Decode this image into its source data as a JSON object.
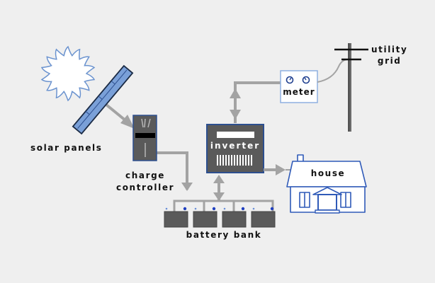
{
  "diagram": {
    "title": "Solar power system diagram",
    "colors": {
      "background": "#efefef",
      "wire": "#a3a3a3",
      "device_dark": "#5a5a5a",
      "device_border": "#2d4f8f",
      "panel_fill": "#7aa0d8",
      "sun_outline": "#6b93cf",
      "house_outline": "#2f5ab8",
      "terminal_blue": "#1f3fbf"
    },
    "labels": {
      "solar_panels": "solar panels",
      "charge_controller_line1": "charge",
      "charge_controller_line2": "controller",
      "inverter": "inverter",
      "meter": "meter",
      "utility_grid_line1": "utility",
      "utility_grid_line2": "grid",
      "house": "house",
      "battery_bank": "battery bank"
    },
    "components": [
      {
        "id": "sun",
        "icon": "sun-icon"
      },
      {
        "id": "solar-panels",
        "icon": "solar-panel-icon"
      },
      {
        "id": "charge-controller",
        "icon": "charge-controller-icon"
      },
      {
        "id": "battery-bank",
        "icon": "battery-icon",
        "count": 4
      },
      {
        "id": "inverter",
        "icon": "inverter-icon"
      },
      {
        "id": "meter",
        "icon": "meter-icon",
        "dials": 2
      },
      {
        "id": "utility-grid",
        "icon": "utility-pole-icon"
      },
      {
        "id": "house",
        "icon": "house-icon"
      }
    ],
    "connections": [
      {
        "from": "solar-panels",
        "to": "charge-controller",
        "direction": "one-way"
      },
      {
        "from": "charge-controller",
        "to": "battery-bank",
        "direction": "one-way"
      },
      {
        "from": "battery-bank",
        "to": "inverter",
        "direction": "two-way"
      },
      {
        "from": "inverter",
        "to": "meter",
        "direction": "two-way"
      },
      {
        "from": "meter",
        "to": "utility-grid",
        "direction": "line"
      },
      {
        "from": "inverter",
        "to": "house",
        "direction": "one-way"
      }
    ]
  }
}
